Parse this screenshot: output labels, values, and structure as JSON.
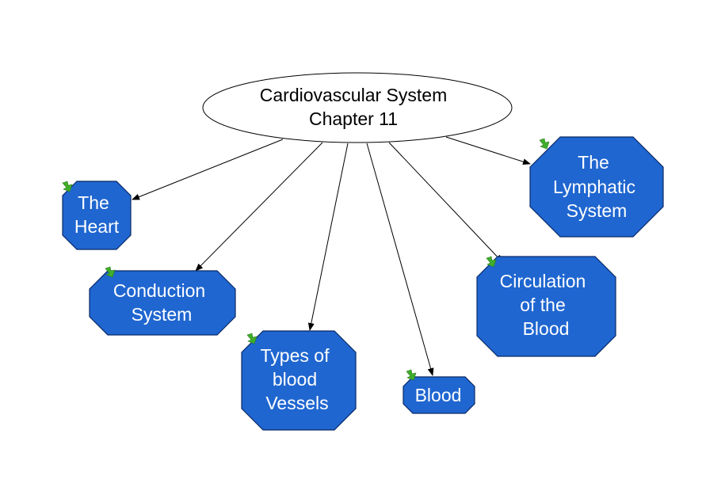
{
  "diagram": {
    "root": {
      "line1": "Cardiovascular System",
      "line2": "Chapter 11"
    },
    "nodes": [
      {
        "id": "heart",
        "lines": [
          "The",
          "Heart"
        ]
      },
      {
        "id": "conduction",
        "lines": [
          "Conduction",
          "System"
        ]
      },
      {
        "id": "vessels",
        "lines": [
          "Types of",
          "blood",
          "Vessels"
        ]
      },
      {
        "id": "blood",
        "lines": [
          "Blood"
        ]
      },
      {
        "id": "circulation",
        "lines": [
          "Circulation",
          "of the",
          "Blood"
        ]
      },
      {
        "id": "lymphatic",
        "lines": [
          "The",
          "Lymphatic",
          "System"
        ]
      }
    ],
    "colors": {
      "node_fill": "#1f66d0",
      "node_stroke": "#0a2a66",
      "link_icon": "#3fae2a"
    },
    "icons": {
      "node_link": "link-arrow-icon"
    }
  }
}
